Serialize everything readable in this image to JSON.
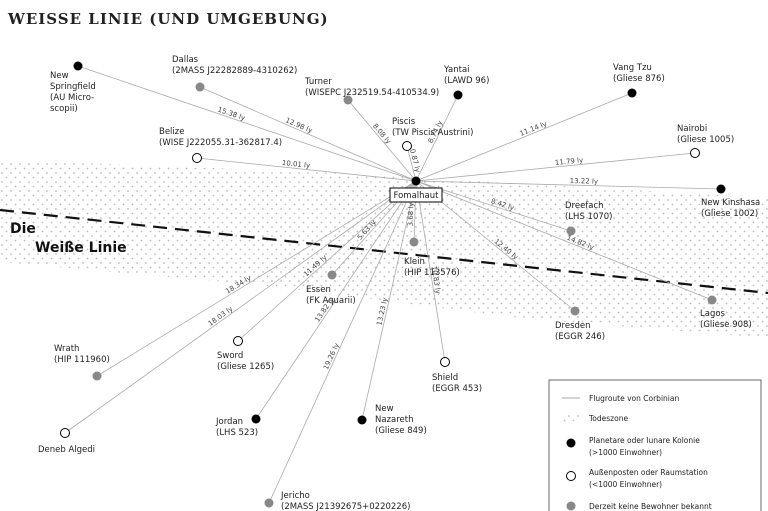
{
  "title": "WEISSE LINIE (UND UMGEBUNG)",
  "zone_label_1": "Die",
  "zone_label_2": "Weiße Linie",
  "colors": {
    "colony": "#000000",
    "outpost": "#ffffff",
    "abandoned": "#888888",
    "route": "#aaaaaa",
    "zone_dot": "#bbbbbb"
  },
  "hub": {
    "label": "Fomalhaut"
  },
  "systems": [
    {
      "id": "new-springfield",
      "lines": [
        "New",
        "Springfield",
        "(AU Micro-",
        "scopii)"
      ],
      "type": "colony",
      "dist": "15.38 ly"
    },
    {
      "id": "dallas",
      "lines": [
        "Dallas",
        "(2MASS J22282889-4310262)"
      ],
      "type": "abandoned",
      "dist": "12.98 ly"
    },
    {
      "id": "turner",
      "lines": [
        "Turner",
        "(WISEPC J232519.54-410534.9)"
      ],
      "type": "abandoned",
      "dist": "8.08 ly"
    },
    {
      "id": "yantai",
      "lines": [
        "Yantai",
        "(LAWD 96)"
      ],
      "type": "colony",
      "dist": "8.74 ly"
    },
    {
      "id": "vang-tzu",
      "lines": [
        "Vang Tzu",
        "(Gliese 876)"
      ],
      "type": "colony",
      "dist": "11.14 ly"
    },
    {
      "id": "belize",
      "lines": [
        "Belize",
        "(WISE J222055.31-362817.4)"
      ],
      "type": "outpost",
      "dist": "10.01 ly"
    },
    {
      "id": "piscis",
      "lines": [
        "Piscis",
        "(TW Piscis Austrini)"
      ],
      "type": "outpost",
      "dist": "0.87 ly"
    },
    {
      "id": "nairobi",
      "lines": [
        "Nairobi",
        "(Gliese 1005)"
      ],
      "type": "outpost",
      "dist": "11.79 ly"
    },
    {
      "id": "new-kinshasa",
      "lines": [
        "New Kinshasa",
        "(Gliese 1002)"
      ],
      "type": "colony",
      "dist": "13.22 ly"
    },
    {
      "id": "dreefach",
      "lines": [
        "Dreefach",
        "(LHS 1070)"
      ],
      "type": "abandoned",
      "dist": "8.42 ly"
    },
    {
      "id": "klein",
      "lines": [
        "Klein",
        "(HIP 113576)"
      ],
      "type": "abandoned",
      "dist": "3.68 ly"
    },
    {
      "id": "essen",
      "lines": [
        "Essen",
        "(FK Aquarii)"
      ],
      "type": "abandoned",
      "dist": "5.63 ly"
    },
    {
      "id": "dresden",
      "lines": [
        "Dresden",
        "(EGGR 246)"
      ],
      "type": "abandoned",
      "dist": "12.40 ly"
    },
    {
      "id": "lagos",
      "lines": [
        "Lagos",
        "(Gliese 908)"
      ],
      "type": "abandoned",
      "dist": "14.82 ly"
    },
    {
      "id": "wrath",
      "lines": [
        "Wrath",
        "(HIP 111960)"
      ],
      "type": "abandoned",
      "dist": "18.34 ly"
    },
    {
      "id": "sword",
      "lines": [
        "Sword",
        "(Gliese 1265)"
      ],
      "type": "outpost",
      "dist": "11.49 ly"
    },
    {
      "id": "shield",
      "lines": [
        "Shield",
        "(EGGR 453)"
      ],
      "type": "outpost",
      "dist": "10.83 ly"
    },
    {
      "id": "deneb-algedi",
      "lines": [
        "Deneb Algedi"
      ],
      "type": "outpost",
      "dist": "18.03 ly"
    },
    {
      "id": "jordan",
      "lines": [
        "Jordan",
        "(LHS 523)"
      ],
      "type": "colony",
      "dist": "13.82 ly"
    },
    {
      "id": "new-nazareth",
      "lines": [
        "New",
        "Nazareth",
        "(Gliese 849)"
      ],
      "type": "colony",
      "dist": "13.23 ly"
    },
    {
      "id": "jericho",
      "lines": [
        "Jericho",
        "(2MASS J21392675+0220226)"
      ],
      "type": "abandoned",
      "dist": "19.26 ly"
    }
  ],
  "legend": {
    "route": "Flugroute von Corbinian",
    "zone": "Todeszone",
    "colony": [
      "Planetare oder lunare Kolonie",
      "(>1000 Einwohner)"
    ],
    "outpost": [
      "Außenposten oder Raumstation",
      "(<1000 Einwohner)"
    ],
    "abandoned": "Derzeit keine Bewohner bekannt"
  }
}
